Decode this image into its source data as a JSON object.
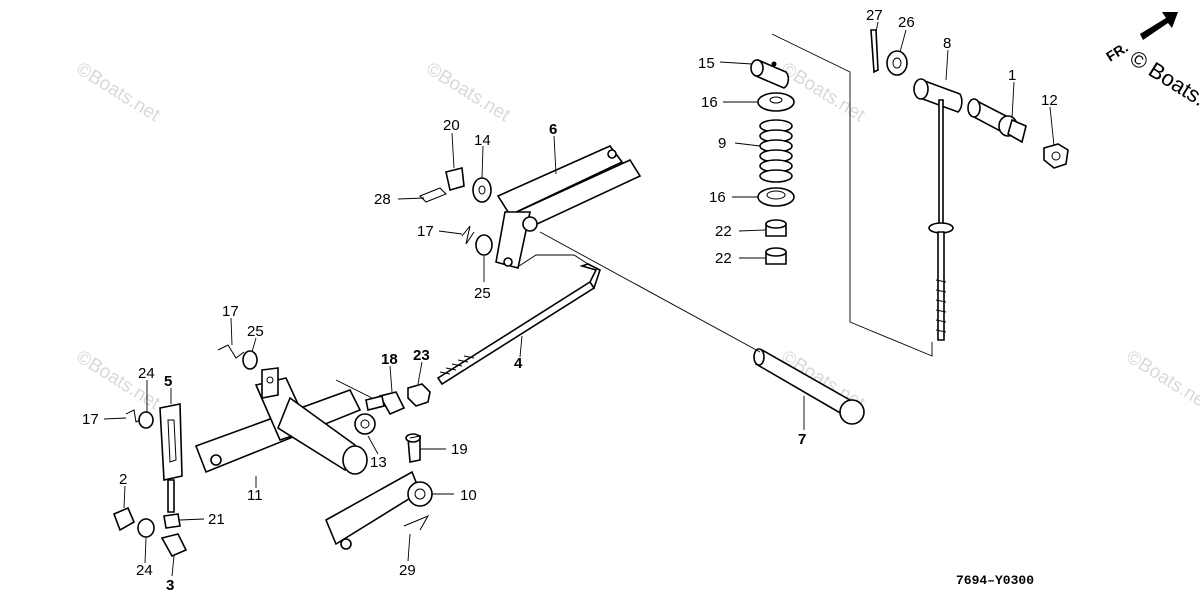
{
  "diagram_code": "7694–Y0300",
  "watermark": "©Boats.net",
  "corner_logo": "© Boats.",
  "front_indicator": "FR.",
  "callouts": [
    "1",
    "2",
    "3",
    "4",
    "5",
    "6",
    "7",
    "8",
    "9",
    "10",
    "11",
    "12",
    "13",
    "14",
    "15",
    "16",
    "16",
    "17",
    "17",
    "17",
    "18",
    "19",
    "20",
    "21",
    "22",
    "22",
    "23",
    "24",
    "24",
    "25",
    "25",
    "26",
    "27",
    "28",
    "29"
  ]
}
